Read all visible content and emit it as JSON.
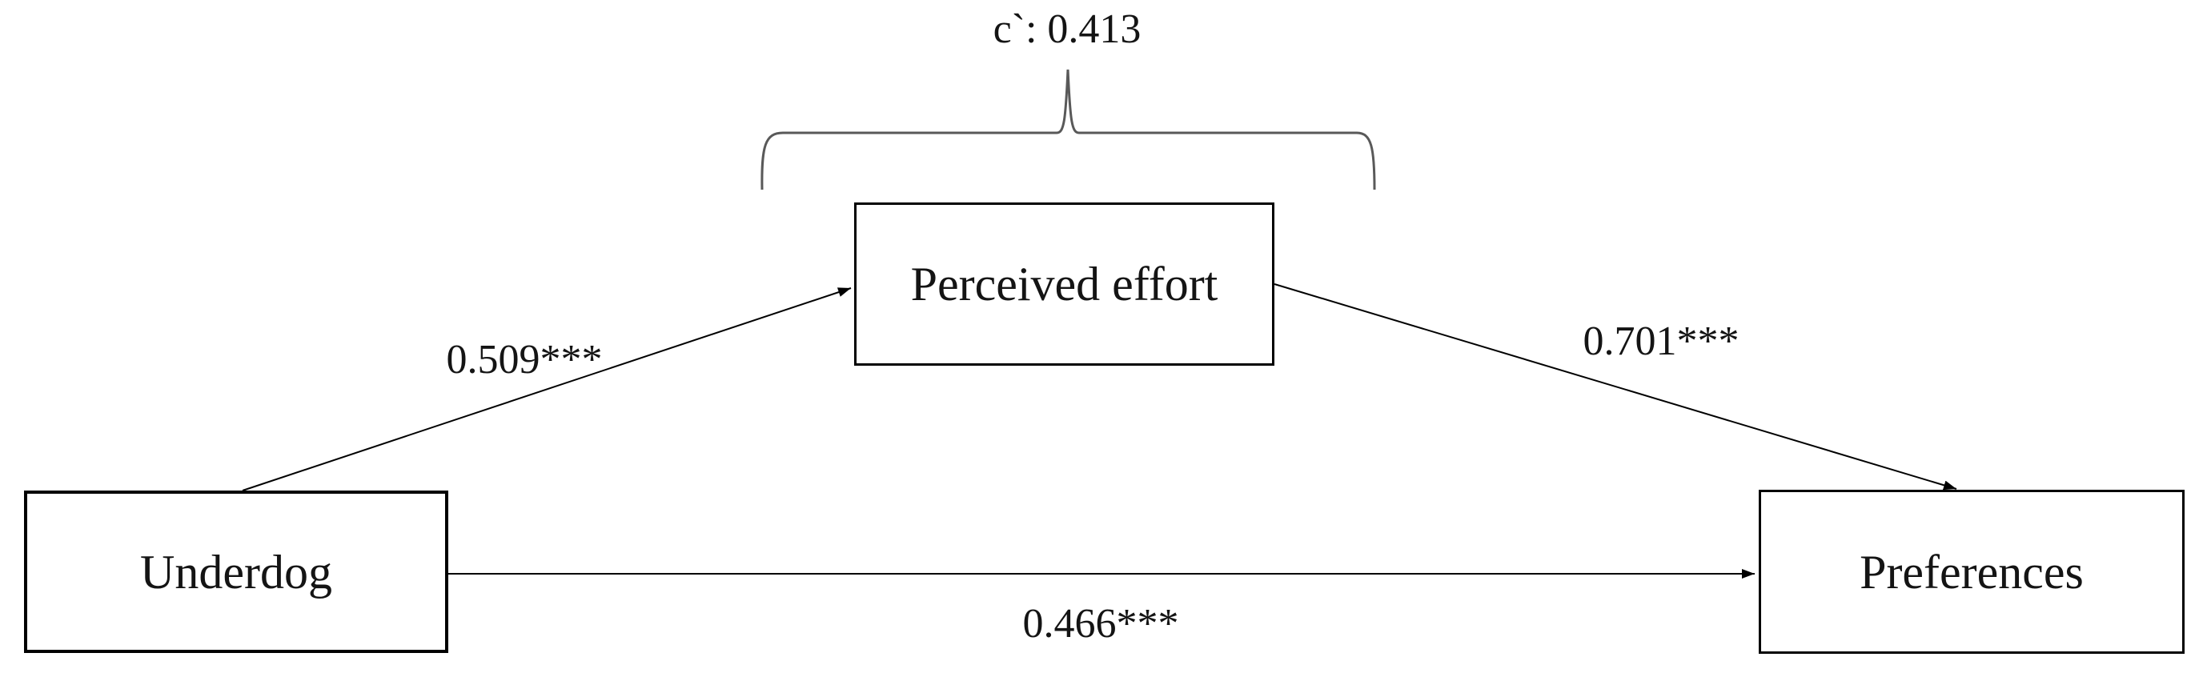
{
  "figure": {
    "background_color": "#ffffff",
    "line_color": "#000000",
    "brace_color": "#595959",
    "indirect_effect_label": "c`: 0.413",
    "nodes": {
      "underdog": {
        "label": "Underdog"
      },
      "mediator": {
        "label": "Perceived effort"
      },
      "outcome": {
        "label": "Preferences"
      }
    },
    "paths": {
      "a": {
        "label": "0.509***",
        "from": "Underdog",
        "to": "Perceived effort"
      },
      "b": {
        "label": "0.701***",
        "from": "Perceived effort",
        "to": "Preferences"
      },
      "c": {
        "label": "0.466***",
        "from": "Underdog",
        "to": "Preferences"
      }
    }
  }
}
